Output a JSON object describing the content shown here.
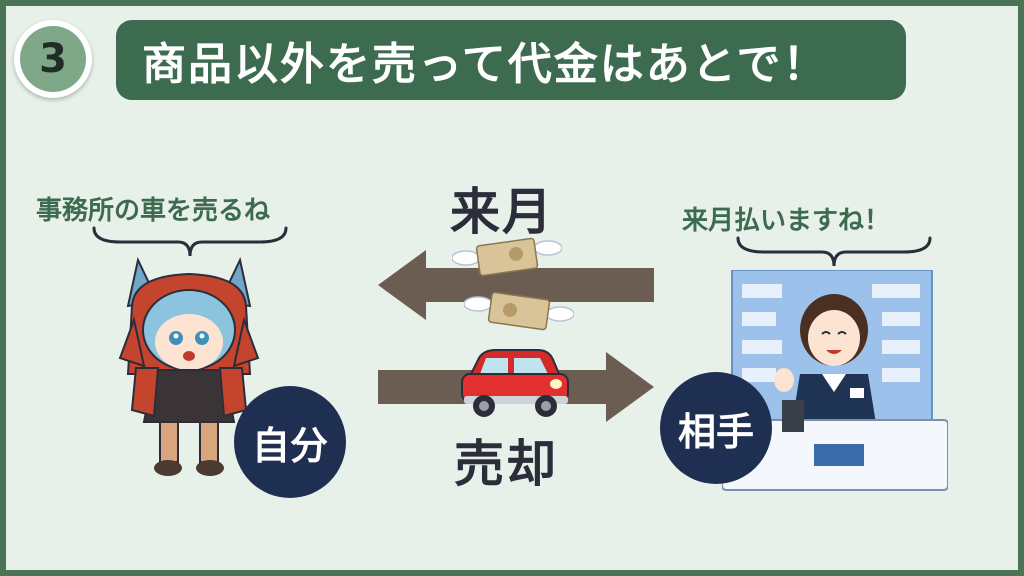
{
  "header": {
    "step_number": "3",
    "title": "商品以外を売って代金はあとで！"
  },
  "left": {
    "speech": "事務所の車を売るね",
    "label": "自分"
  },
  "right": {
    "speech": "来月払いますね！",
    "label": "相手"
  },
  "middle": {
    "top_label": "来月",
    "bottom_label": "売却"
  },
  "icons": {
    "character": "fox-girl-icon",
    "clerk": "store-clerk-icon",
    "money": "flying-money-icon",
    "car": "red-car-icon"
  },
  "colors": {
    "background": "#e8f0ea",
    "frame": "#4a7358",
    "title_bg": "#3d6b4f",
    "badge": "#7fa889",
    "label_circle": "#1f2f52",
    "arrow": "#6b5d52"
  }
}
